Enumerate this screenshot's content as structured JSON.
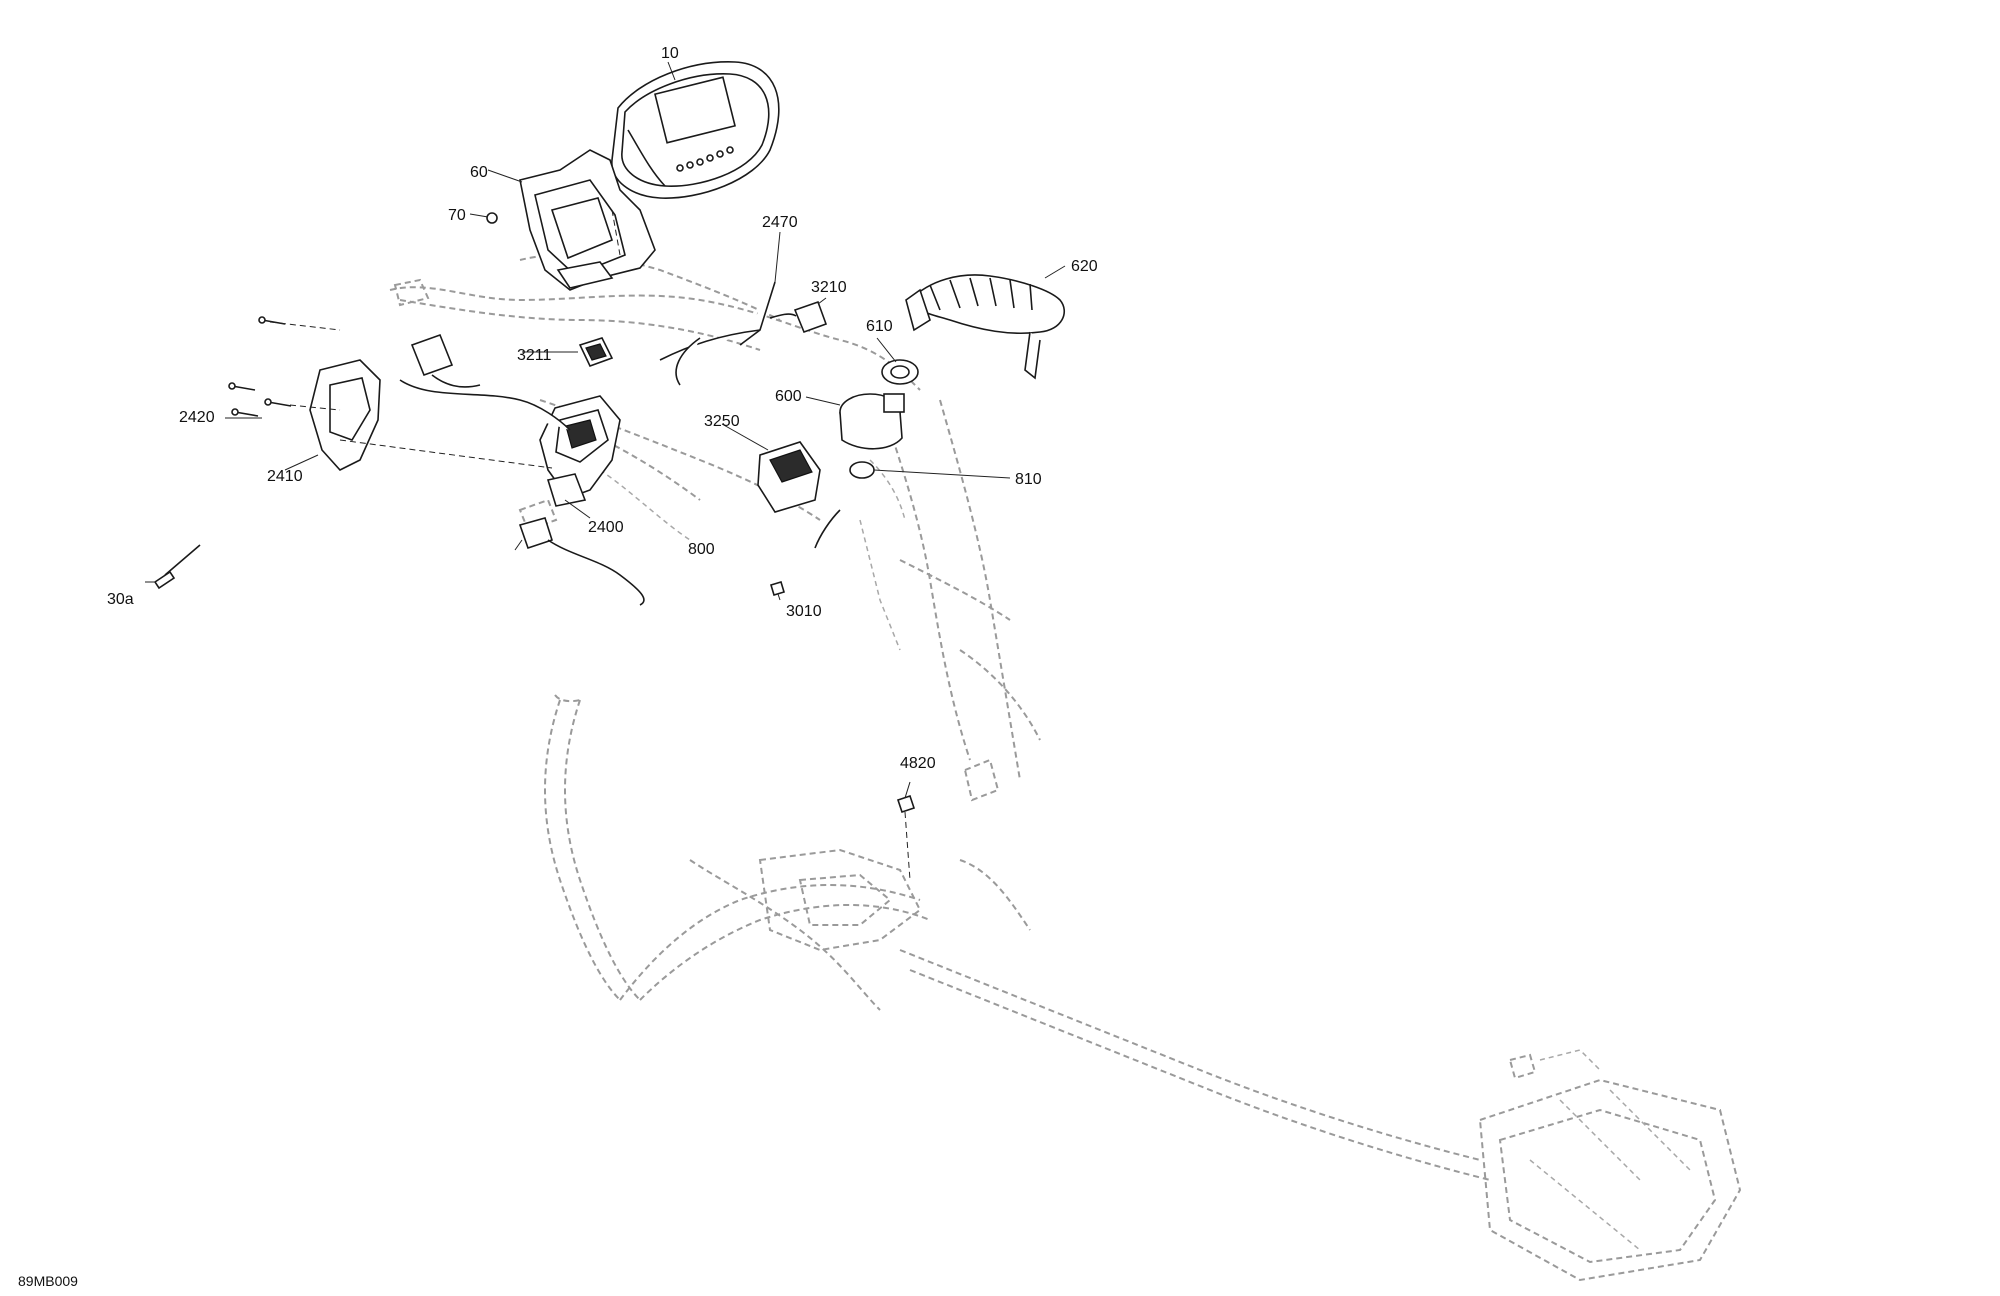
{
  "diagram_id": "89MB009",
  "callouts": [
    {
      "id": "10",
      "text": "10"
    },
    {
      "id": "60",
      "text": "60"
    },
    {
      "id": "70",
      "text": "70"
    },
    {
      "id": "2470",
      "text": "2470"
    },
    {
      "id": "620",
      "text": "620"
    },
    {
      "id": "3210",
      "text": "3210"
    },
    {
      "id": "610",
      "text": "610"
    },
    {
      "id": "3211",
      "text": "3211"
    },
    {
      "id": "600",
      "text": "600"
    },
    {
      "id": "3250",
      "text": "3250"
    },
    {
      "id": "2420",
      "text": "2420"
    },
    {
      "id": "810",
      "text": "810"
    },
    {
      "id": "2410",
      "text": "2410"
    },
    {
      "id": "2400",
      "text": "2400"
    },
    {
      "id": "800",
      "text": "800"
    },
    {
      "id": "3010",
      "text": "3010"
    },
    {
      "id": "30a",
      "text": "30a"
    },
    {
      "id": "4820",
      "text": "4820"
    }
  ]
}
